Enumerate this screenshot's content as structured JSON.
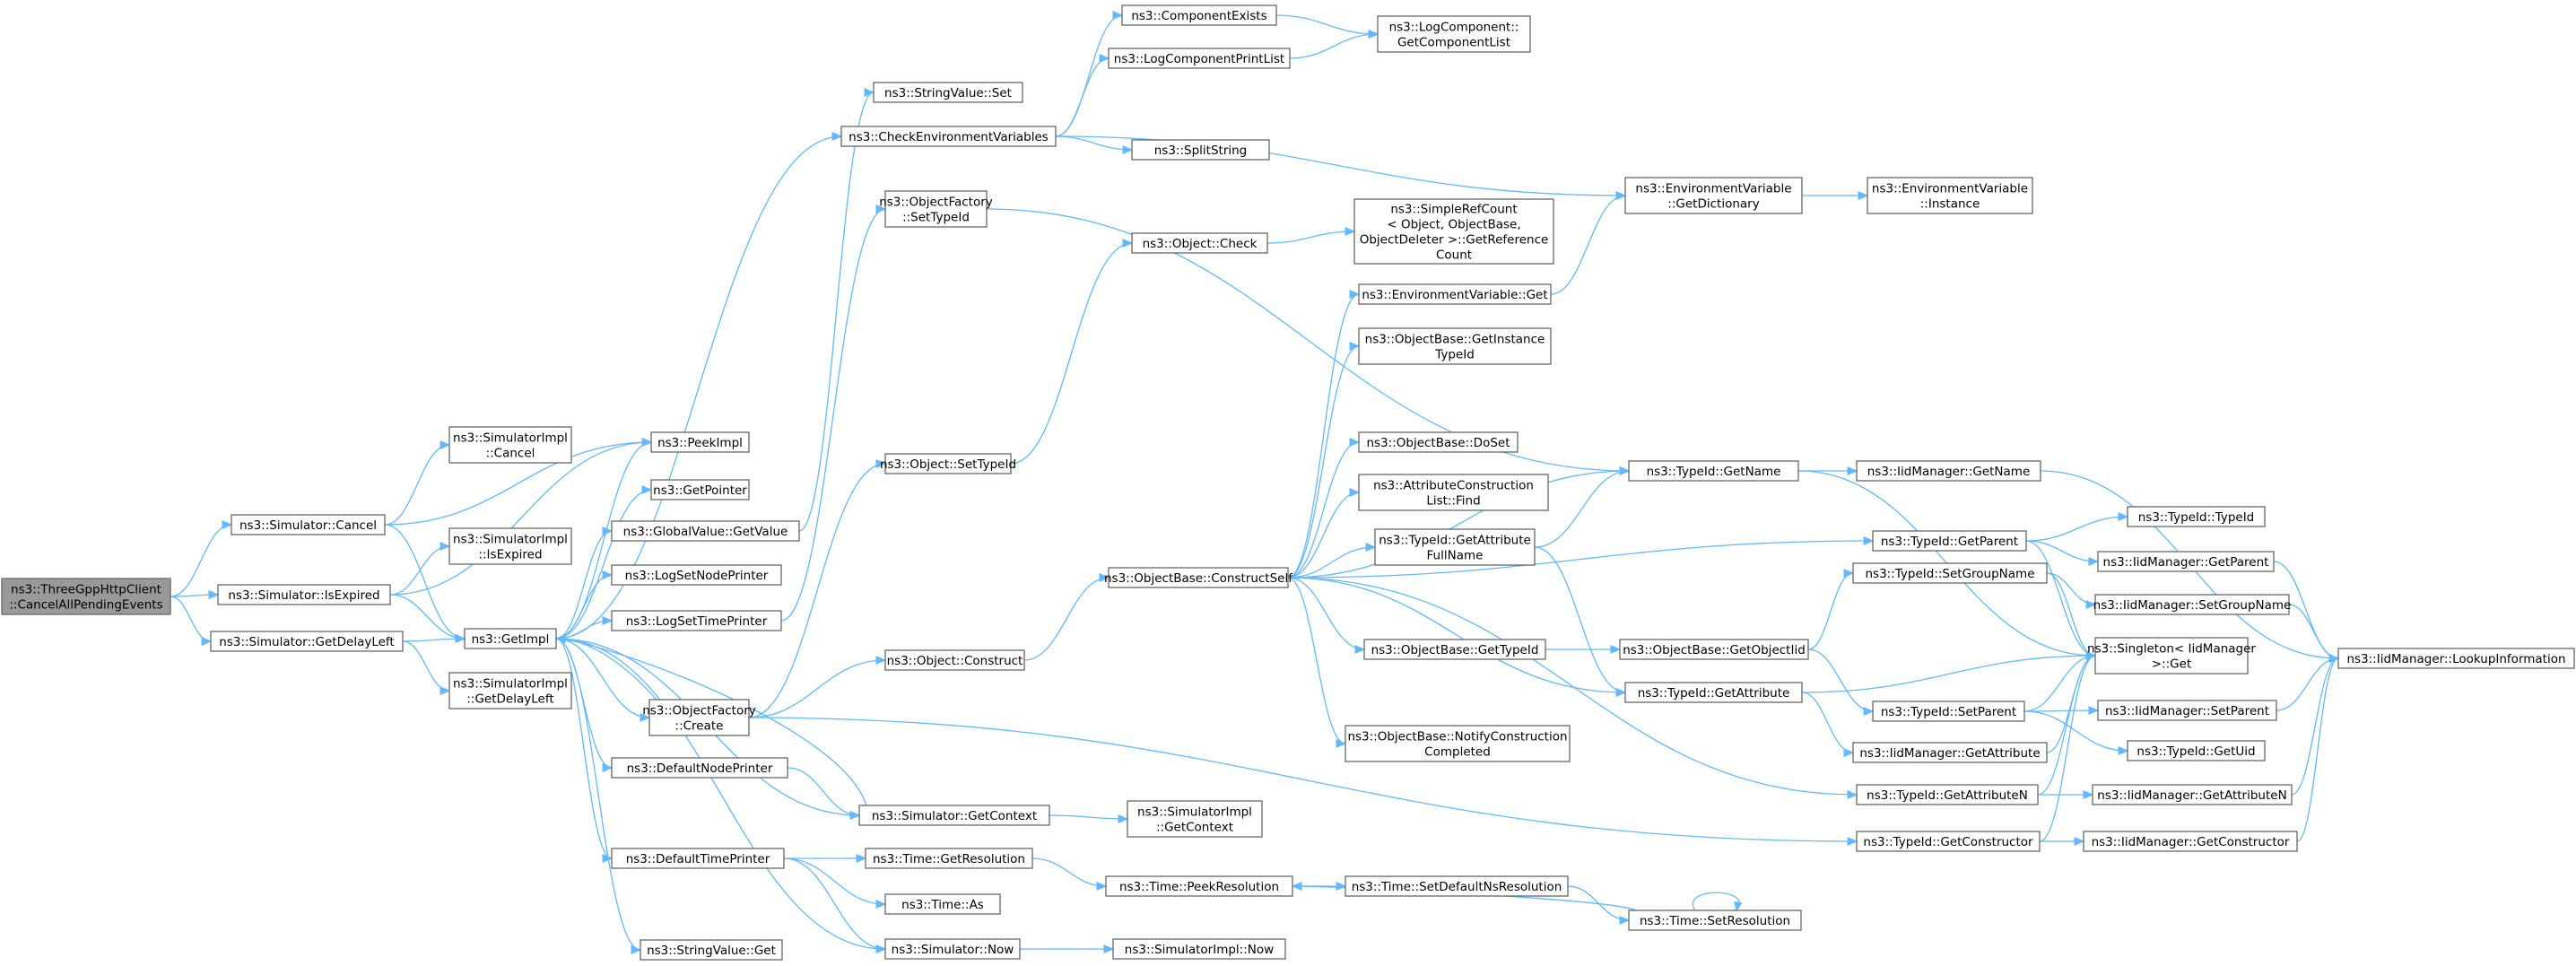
{
  "diagram": {
    "colors": {
      "edge": "#63b8ff",
      "node_border": "#666666",
      "root_fill": "#999999",
      "node_fill": "#ffffff"
    },
    "nodes": [
      {
        "id": "n1",
        "lines": [
          "ns3::ThreeGppHttpClient",
          "::CancelAllPendingEvents"
        ],
        "root": true
      },
      {
        "id": "n2",
        "lines": [
          "ns3::Simulator::Cancel"
        ]
      },
      {
        "id": "n3",
        "lines": [
          "ns3::Simulator::IsExpired"
        ]
      },
      {
        "id": "n4",
        "lines": [
          "ns3::Simulator::GetDelayLeft"
        ]
      },
      {
        "id": "n5",
        "lines": [
          "ns3::SimulatorImpl",
          "::Cancel"
        ]
      },
      {
        "id": "n6",
        "lines": [
          "ns3::PeekImpl"
        ]
      },
      {
        "id": "n7",
        "lines": [
          "ns3::SimulatorImpl",
          "::IsExpired"
        ]
      },
      {
        "id": "n8",
        "lines": [
          "ns3::GetImpl"
        ]
      },
      {
        "id": "n9",
        "lines": [
          "ns3::SimulatorImpl",
          "::GetDelayLeft"
        ]
      },
      {
        "id": "n10",
        "lines": [
          "ns3::GetPointer"
        ]
      },
      {
        "id": "n11",
        "lines": [
          "ns3::GlobalValue::GetValue"
        ]
      },
      {
        "id": "n12",
        "lines": [
          "ns3::LogSetNodePrinter"
        ]
      },
      {
        "id": "n13",
        "lines": [
          "ns3::LogSetTimePrinter"
        ]
      },
      {
        "id": "n14",
        "lines": [
          "ns3::ObjectFactory",
          "::Create"
        ]
      },
      {
        "id": "n15",
        "lines": [
          "ns3::DefaultNodePrinter"
        ]
      },
      {
        "id": "n16",
        "lines": [
          "ns3::DefaultTimePrinter"
        ]
      },
      {
        "id": "n17",
        "lines": [
          "ns3::StringValue::Get"
        ]
      },
      {
        "id": "n18",
        "lines": [
          "ns3::StringValue::Set"
        ]
      },
      {
        "id": "n19",
        "lines": [
          "ns3::CheckEnvironmentVariables"
        ]
      },
      {
        "id": "n20",
        "lines": [
          "ns3::ObjectFactory",
          "::SetTypeId"
        ]
      },
      {
        "id": "n21",
        "lines": [
          "ns3::Object::SetTypeId"
        ]
      },
      {
        "id": "n22",
        "lines": [
          "ns3::Object::Construct"
        ]
      },
      {
        "id": "n23",
        "lines": [
          "ns3::Simulator::GetContext"
        ]
      },
      {
        "id": "n24",
        "lines": [
          "ns3::Time::GetResolution"
        ]
      },
      {
        "id": "n25",
        "lines": [
          "ns3::Time::As"
        ]
      },
      {
        "id": "n26",
        "lines": [
          "ns3::Simulator::Now"
        ]
      },
      {
        "id": "n27",
        "lines": [
          "ns3::ComponentExists"
        ]
      },
      {
        "id": "n28",
        "lines": [
          "ns3::LogComponentPrintList"
        ]
      },
      {
        "id": "n29",
        "lines": [
          "ns3::SplitString"
        ]
      },
      {
        "id": "n30",
        "lines": [
          "ns3::Object::Check"
        ]
      },
      {
        "id": "n31",
        "lines": [
          "ns3::ObjectBase::ConstructSelf"
        ]
      },
      {
        "id": "n32",
        "lines": [
          "ns3::SimulatorImpl",
          "::GetContext"
        ]
      },
      {
        "id": "n33",
        "lines": [
          "ns3::Time::PeekResolution"
        ]
      },
      {
        "id": "n34",
        "lines": [
          "ns3::SimulatorImpl::Now"
        ]
      },
      {
        "id": "n35",
        "lines": [
          "ns3::LogComponent::",
          "GetComponentList"
        ]
      },
      {
        "id": "n36",
        "lines": [
          "ns3::SimpleRefCount",
          "< Object, ObjectBase,",
          "ObjectDeleter >::GetReference",
          "Count"
        ]
      },
      {
        "id": "n37",
        "lines": [
          "ns3::EnvironmentVariable::Get"
        ]
      },
      {
        "id": "n38",
        "lines": [
          "ns3::ObjectBase::GetInstance",
          "TypeId"
        ]
      },
      {
        "id": "n39",
        "lines": [
          "ns3::ObjectBase::DoSet"
        ]
      },
      {
        "id": "n40",
        "lines": [
          "ns3::AttributeConstruction",
          "List::Find"
        ]
      },
      {
        "id": "n41",
        "lines": [
          "ns3::TypeId::GetAttribute",
          "FullName"
        ]
      },
      {
        "id": "n42",
        "lines": [
          "ns3::ObjectBase::GetTypeId"
        ]
      },
      {
        "id": "n43",
        "lines": [
          "ns3::ObjectBase::NotifyConstruction",
          "Completed"
        ]
      },
      {
        "id": "n44",
        "lines": [
          "ns3::Time::SetDefaultNsResolution"
        ]
      },
      {
        "id": "n45",
        "lines": [
          "ns3::EnvironmentVariable",
          "::GetDictionary"
        ]
      },
      {
        "id": "n46",
        "lines": [
          "ns3::TypeId::GetName"
        ]
      },
      {
        "id": "n47",
        "lines": [
          "ns3::ObjectBase::GetObjectIid"
        ]
      },
      {
        "id": "n48",
        "lines": [
          "ns3::TypeId::GetAttribute"
        ]
      },
      {
        "id": "n49",
        "lines": [
          "ns3::TypeId::GetAttributeN"
        ]
      },
      {
        "id": "n50",
        "lines": [
          "ns3::TypeId::GetConstructor"
        ]
      },
      {
        "id": "n51",
        "lines": [
          "ns3::Time::SetResolution"
        ]
      },
      {
        "id": "n52",
        "lines": [
          "ns3::EnvironmentVariable",
          "::Instance"
        ]
      },
      {
        "id": "n53",
        "lines": [
          "ns3::IidManager::GetName"
        ]
      },
      {
        "id": "n54",
        "lines": [
          "ns3::TypeId::GetParent"
        ]
      },
      {
        "id": "n55",
        "lines": [
          "ns3::TypeId::SetGroupName"
        ]
      },
      {
        "id": "n56",
        "lines": [
          "ns3::Singleton< IidManager",
          ">::Get"
        ]
      },
      {
        "id": "n57",
        "lines": [
          "ns3::TypeId::SetParent"
        ]
      },
      {
        "id": "n58",
        "lines": [
          "ns3::IidManager::GetAttribute"
        ]
      },
      {
        "id": "n59",
        "lines": [
          "ns3::TypeId::TypeId"
        ]
      },
      {
        "id": "n60",
        "lines": [
          "ns3::IidManager::GetParent"
        ]
      },
      {
        "id": "n61",
        "lines": [
          "ns3::IidManager::SetGroupName"
        ]
      },
      {
        "id": "n62",
        "lines": [
          "ns3::IidManager::SetParent"
        ]
      },
      {
        "id": "n63",
        "lines": [
          "ns3::TypeId::GetUid"
        ]
      },
      {
        "id": "n64",
        "lines": [
          "ns3::IidManager::GetAttributeN"
        ]
      },
      {
        "id": "n65",
        "lines": [
          "ns3::IidManager::GetConstructor"
        ]
      },
      {
        "id": "n66",
        "lines": [
          "ns3::IidManager::LookupInformation"
        ]
      }
    ],
    "edges": [
      [
        "n1",
        "n2"
      ],
      [
        "n1",
        "n3"
      ],
      [
        "n1",
        "n4"
      ],
      [
        "n2",
        "n5"
      ],
      [
        "n2",
        "n6"
      ],
      [
        "n2",
        "n8"
      ],
      [
        "n3",
        "n7"
      ],
      [
        "n3",
        "n6"
      ],
      [
        "n3",
        "n8"
      ],
      [
        "n4",
        "n9"
      ],
      [
        "n4",
        "n8"
      ],
      [
        "n8",
        "n6"
      ],
      [
        "n8",
        "n10"
      ],
      [
        "n8",
        "n11"
      ],
      [
        "n8",
        "n12"
      ],
      [
        "n8",
        "n13"
      ],
      [
        "n8",
        "n14"
      ],
      [
        "n8",
        "n15"
      ],
      [
        "n8",
        "n16"
      ],
      [
        "n8",
        "n17"
      ],
      [
        "n8",
        "n19"
      ],
      [
        "n8",
        "n23"
      ],
      [
        "n8",
        "n26"
      ],
      [
        "n11",
        "n18"
      ],
      [
        "n13",
        "n20"
      ],
      [
        "n14",
        "n21"
      ],
      [
        "n14",
        "n22"
      ],
      [
        "n14",
        "n50"
      ],
      [
        "n14",
        "n8"
      ],
      [
        "n15",
        "n23"
      ],
      [
        "n16",
        "n24"
      ],
      [
        "n16",
        "n25"
      ],
      [
        "n16",
        "n26"
      ],
      [
        "n19",
        "n27"
      ],
      [
        "n19",
        "n28"
      ],
      [
        "n19",
        "n29"
      ],
      [
        "n19",
        "n45"
      ],
      [
        "n20",
        "n46"
      ],
      [
        "n21",
        "n30"
      ],
      [
        "n22",
        "n31"
      ],
      [
        "n23",
        "n32"
      ],
      [
        "n23",
        "n8"
      ],
      [
        "n24",
        "n33"
      ],
      [
        "n26",
        "n34"
      ],
      [
        "n27",
        "n35"
      ],
      [
        "n28",
        "n35"
      ],
      [
        "n30",
        "n36"
      ],
      [
        "n31",
        "n37"
      ],
      [
        "n31",
        "n38"
      ],
      [
        "n31",
        "n39"
      ],
      [
        "n31",
        "n40"
      ],
      [
        "n31",
        "n41"
      ],
      [
        "n31",
        "n42"
      ],
      [
        "n31",
        "n43"
      ],
      [
        "n31",
        "n46"
      ],
      [
        "n31",
        "n48"
      ],
      [
        "n31",
        "n49"
      ],
      [
        "n31",
        "n54"
      ],
      [
        "n33",
        "n44"
      ],
      [
        "n37",
        "n45"
      ],
      [
        "n41",
        "n46"
      ],
      [
        "n41",
        "n48"
      ],
      [
        "n42",
        "n47"
      ],
      [
        "n44",
        "n51"
      ],
      [
        "n45",
        "n52"
      ],
      [
        "n46",
        "n53"
      ],
      [
        "n46",
        "n56"
      ],
      [
        "n47",
        "n55"
      ],
      [
        "n47",
        "n57"
      ],
      [
        "n48",
        "n58"
      ],
      [
        "n48",
        "n56"
      ],
      [
        "n49",
        "n64"
      ],
      [
        "n49",
        "n56"
      ],
      [
        "n50",
        "n65"
      ],
      [
        "n50",
        "n56"
      ],
      [
        "n51",
        "n33"
      ],
      [
        "n51",
        "n51"
      ],
      [
        "n53",
        "n66"
      ],
      [
        "n54",
        "n59"
      ],
      [
        "n54",
        "n60"
      ],
      [
        "n54",
        "n56"
      ],
      [
        "n55",
        "n61"
      ],
      [
        "n55",
        "n56"
      ],
      [
        "n57",
        "n62"
      ],
      [
        "n57",
        "n63"
      ],
      [
        "n57",
        "n56"
      ],
      [
        "n58",
        "n56"
      ],
      [
        "n60",
        "n66"
      ],
      [
        "n61",
        "n66"
      ],
      [
        "n62",
        "n66"
      ],
      [
        "n64",
        "n66"
      ],
      [
        "n65",
        "n66"
      ]
    ]
  }
}
